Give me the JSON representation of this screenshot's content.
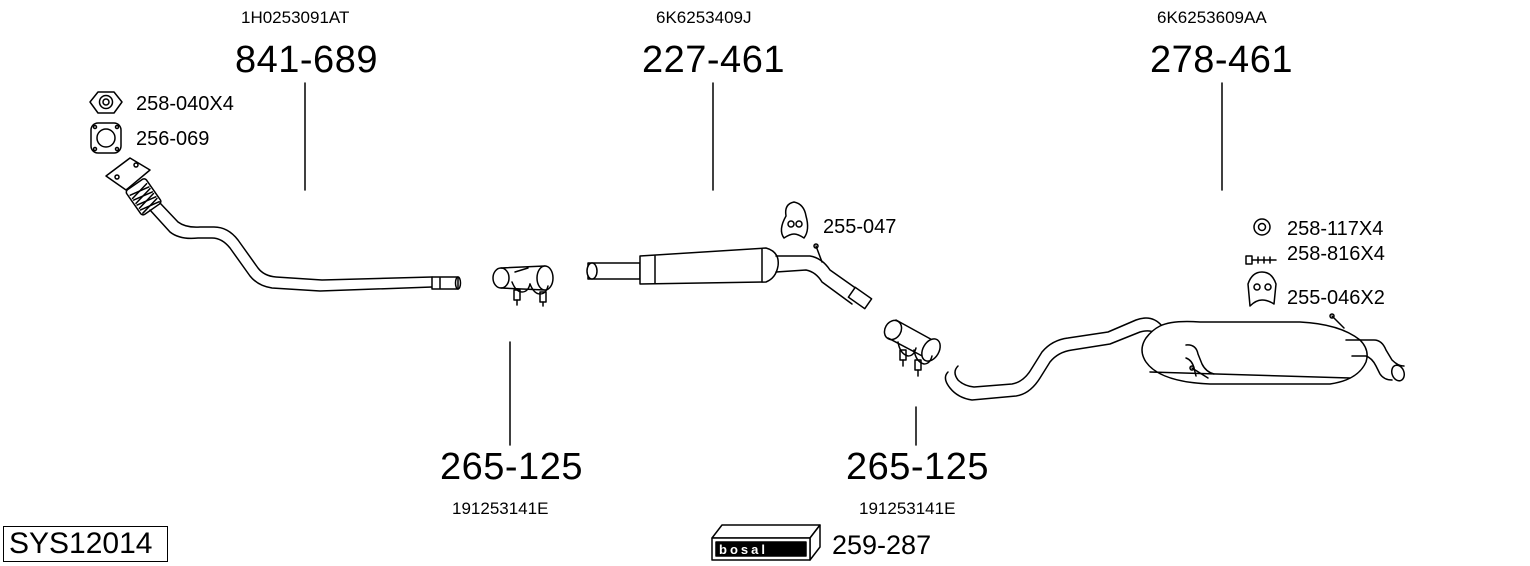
{
  "system_code": "SYS12014",
  "parts": {
    "front_pipe": {
      "oe": "1H0253091AT",
      "number": "841-689"
    },
    "center_muffler": {
      "oe": "6K6253409J",
      "number": "227-461"
    },
    "rear_muffler": {
      "oe": "6K6253609AA",
      "number": "278-461"
    },
    "clamp_1": {
      "oe": "191253141E",
      "number": "265-125"
    },
    "clamp_2": {
      "oe": "191253141E",
      "number": "265-125"
    }
  },
  "accessories": {
    "nut": "258-040X4",
    "gasket": "256-069",
    "hanger_center": "255-047",
    "ring": "258-117X4",
    "bolt": "258-816X4",
    "hanger_rear": "255-046X2",
    "mounting_kit": "259-287"
  },
  "brand": "bosal"
}
